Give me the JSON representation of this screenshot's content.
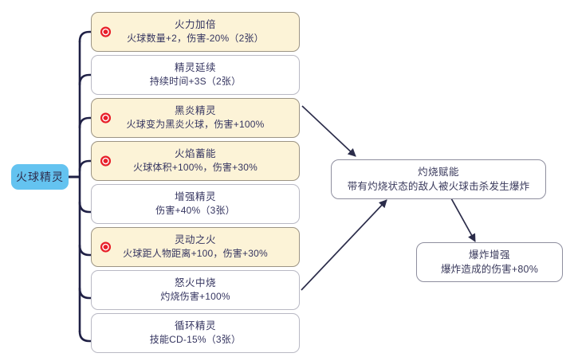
{
  "diagram": {
    "type": "skill-tree",
    "root": {
      "label": "火球精灵",
      "color": "#64c3f0"
    },
    "branch_cards": [
      {
        "title": "火力加倍",
        "desc": "火球数量+2，伤害-20%（2张）",
        "highlight": true,
        "badge": "red-star-badge-icon"
      },
      {
        "title": "精灵延续",
        "desc": "持续时间+3S（2张）",
        "highlight": false,
        "badge": null
      },
      {
        "title": "黑炎精灵",
        "desc": "火球变为黑炎火球，伤害+100%",
        "highlight": true,
        "badge": "red-star-badge-icon"
      },
      {
        "title": "火焰蓄能",
        "desc": "火球体积+100%，伤害+30%",
        "highlight": true,
        "badge": "red-star-badge-icon"
      },
      {
        "title": "增强精灵",
        "desc": "伤害+40%（3张）",
        "highlight": false,
        "badge": null
      },
      {
        "title": "灵动之火",
        "desc": "火球距人物距离+100，伤害+30%",
        "highlight": true,
        "badge": "red-star-badge-icon"
      },
      {
        "title": "怒火中烧",
        "desc": "灼烧伤害+100%",
        "highlight": false,
        "badge": null
      },
      {
        "title": "循环精灵",
        "desc": "技能CD-15%（3张）",
        "highlight": false,
        "badge": null
      }
    ],
    "outcome_nodes": [
      {
        "title": "灼烧赋能",
        "desc": "带有灼烧状态的敌人被火球击杀发生爆炸"
      },
      {
        "title": "爆炸增强",
        "desc": "爆炸造成的伤害+80%"
      }
    ],
    "colors": {
      "highlight_fill": "#fcf3d7",
      "highlight_border": "#9c9484",
      "plain_border": "#b9b9c4",
      "text": "#353560",
      "trunk": "#1f2045",
      "arrow": "#2b2c4a",
      "badge": "#e8202a"
    }
  }
}
